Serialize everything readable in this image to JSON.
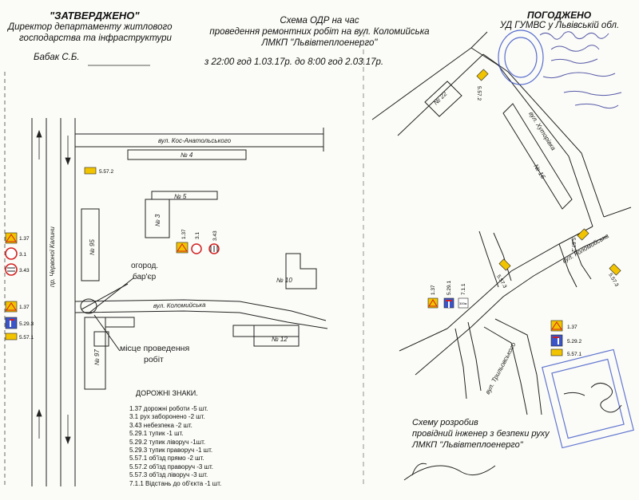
{
  "approved": {
    "title": "\"ЗАТВЕРДЖЕНО\"",
    "line1": "Директор департаменту житлового",
    "line2": "господарства та інфраструктури",
    "signer": "Бабак С.Б."
  },
  "scheme": {
    "line1": "Схема ОДР на час",
    "line2": "проведення ремонтних робіт на вул. Коломийська",
    "line3": "ЛМКП \"Львівтеплоенерго\"",
    "period": "з 22:00 год 1.03.17р. до 8:00 год 2.03.17р."
  },
  "agreed": {
    "title": "ПОГОДЖЕНО",
    "org": "УД ГУМВС у Львівській обл."
  },
  "map": {
    "streets": {
      "kos": "вул. Кос-Анатольського",
      "kolomyiska": "вул. Коломийська",
      "chervonoi_kalyny": "пр. Червоної Калини",
      "khutorivka": "вул. Хуторівка",
      "kolomyiska_right": "вул. Коломийська",
      "trylovskoho": "вул. Трильовського"
    },
    "buildings": {
      "b4": "№ 4",
      "b5": "№ 5",
      "b3": "№ 3",
      "b95": "№ 95",
      "b10": "№ 10",
      "b12": "№ 12",
      "b97": "№ 97",
      "b22": "№ 22",
      "b16": "№ 16"
    },
    "fence_label_1": "огород.",
    "fence_label_2": "бар'єр",
    "work_label_1": "місце проведення",
    "work_label_2": "робіт",
    "sign_codes": {
      "s1_37": "1.37",
      "s3_1": "3.1",
      "s3_43": "3.43",
      "s5_29_3": "5.29.3",
      "s5_57_1": "5.57.1",
      "s5_57_2": "5.57.2",
      "s5_29_2": "5.29.2",
      "s5_29_1": "5.29.1",
      "s7_1_1": "7.1.1",
      "s5_57_3": "5.57.3"
    }
  },
  "legend": {
    "title": "ДОРОЖНІ ЗНАКИ.",
    "items": [
      "1.37  дорожні роботи -5 шт.",
      "3.1  рух заборонено -2 шт.",
      "3.43  небезпека -2 шт.",
      "5.29.1  тупик -1 шт.",
      "5.29.2  тупик ліворуч -1шт.",
      "5.29.3  тупик праворуч -1 шт.",
      "5.57.1 об'їзд прямо -2 шт.",
      "5.57.2  об'їзд праворуч -3 шт.",
      "5.57.3  об'їзд ліворуч -3 шт.",
      "7.1.1  Відстань до об'єкта -1 шт."
    ]
  },
  "developer": {
    "line1": "Схему розробив",
    "line2": "провідний інженер з безпеки руху",
    "line3": "ЛМКП \"Львівтеплоенерго\""
  },
  "colors": {
    "ink": "#1a1a1a",
    "stamp_blue": "#3b55c8",
    "pen_blue": "#3a3f9a",
    "sign_yellow": "#f2c400",
    "sign_red": "#d22020"
  }
}
